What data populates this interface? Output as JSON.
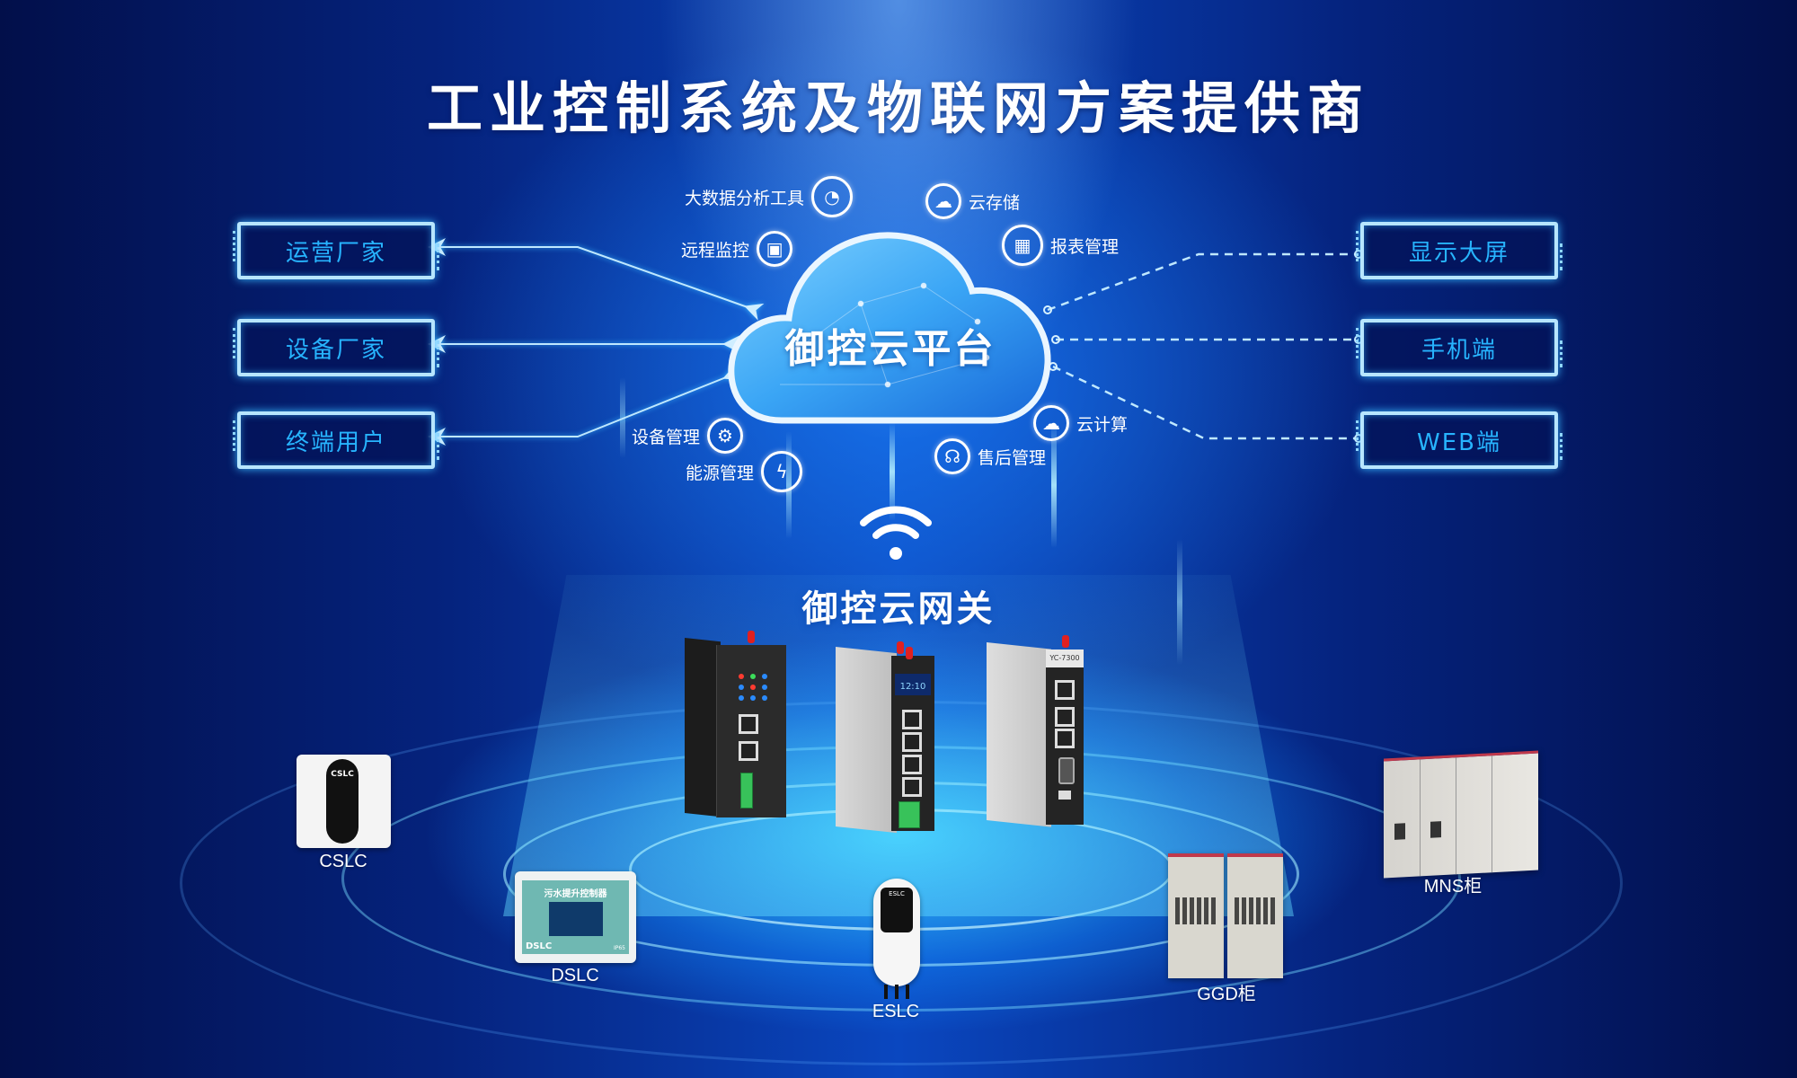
{
  "title": "工业控制系统及物联网方案提供商",
  "platform": {
    "name": "御控云平台",
    "features": [
      {
        "label": "大数据分析工具",
        "icon": "chart-analytics-icon",
        "glyph": "◔"
      },
      {
        "label": "云存储",
        "icon": "cloud-upload-icon",
        "glyph": "☁"
      },
      {
        "label": "远程监控",
        "icon": "monitor-icon",
        "glyph": "▣"
      },
      {
        "label": "报表管理",
        "icon": "report-chart-icon",
        "glyph": "▦"
      },
      {
        "label": "设备管理",
        "icon": "gear-icon",
        "glyph": "⚙"
      },
      {
        "label": "云计算",
        "icon": "cloud-network-icon",
        "glyph": "☁"
      },
      {
        "label": "能源管理",
        "icon": "energy-bolt-icon",
        "glyph": "ϟ"
      },
      {
        "label": "售后管理",
        "icon": "headset-support-icon",
        "glyph": "☊"
      }
    ]
  },
  "left_nodes": [
    {
      "label": "运营厂家"
    },
    {
      "label": "设备厂家"
    },
    {
      "label": "终端用户"
    }
  ],
  "right_nodes": [
    {
      "label": "显示大屏"
    },
    {
      "label": "手机端"
    },
    {
      "label": "WEB端"
    }
  ],
  "gateway": {
    "title": "御控云网关",
    "devices": [
      {
        "model": ""
      },
      {
        "model": "12:10"
      },
      {
        "model": "YC-7300"
      }
    ]
  },
  "devices": [
    {
      "label": "CSLC",
      "screen_text": "CSLC"
    },
    {
      "label": "DSLC",
      "screen_text": "污水提升控制器",
      "brand": "DSLC",
      "rating": "IP65"
    },
    {
      "label": "ESLC",
      "screen_text": "ESLC"
    },
    {
      "label": "GGD柜"
    },
    {
      "label": "MNS柜"
    }
  ],
  "colors": {
    "background": "#03185c",
    "accent_blue": "#27b4ff",
    "box_border": "#b7e6ff",
    "glow": "#39b8ff"
  }
}
